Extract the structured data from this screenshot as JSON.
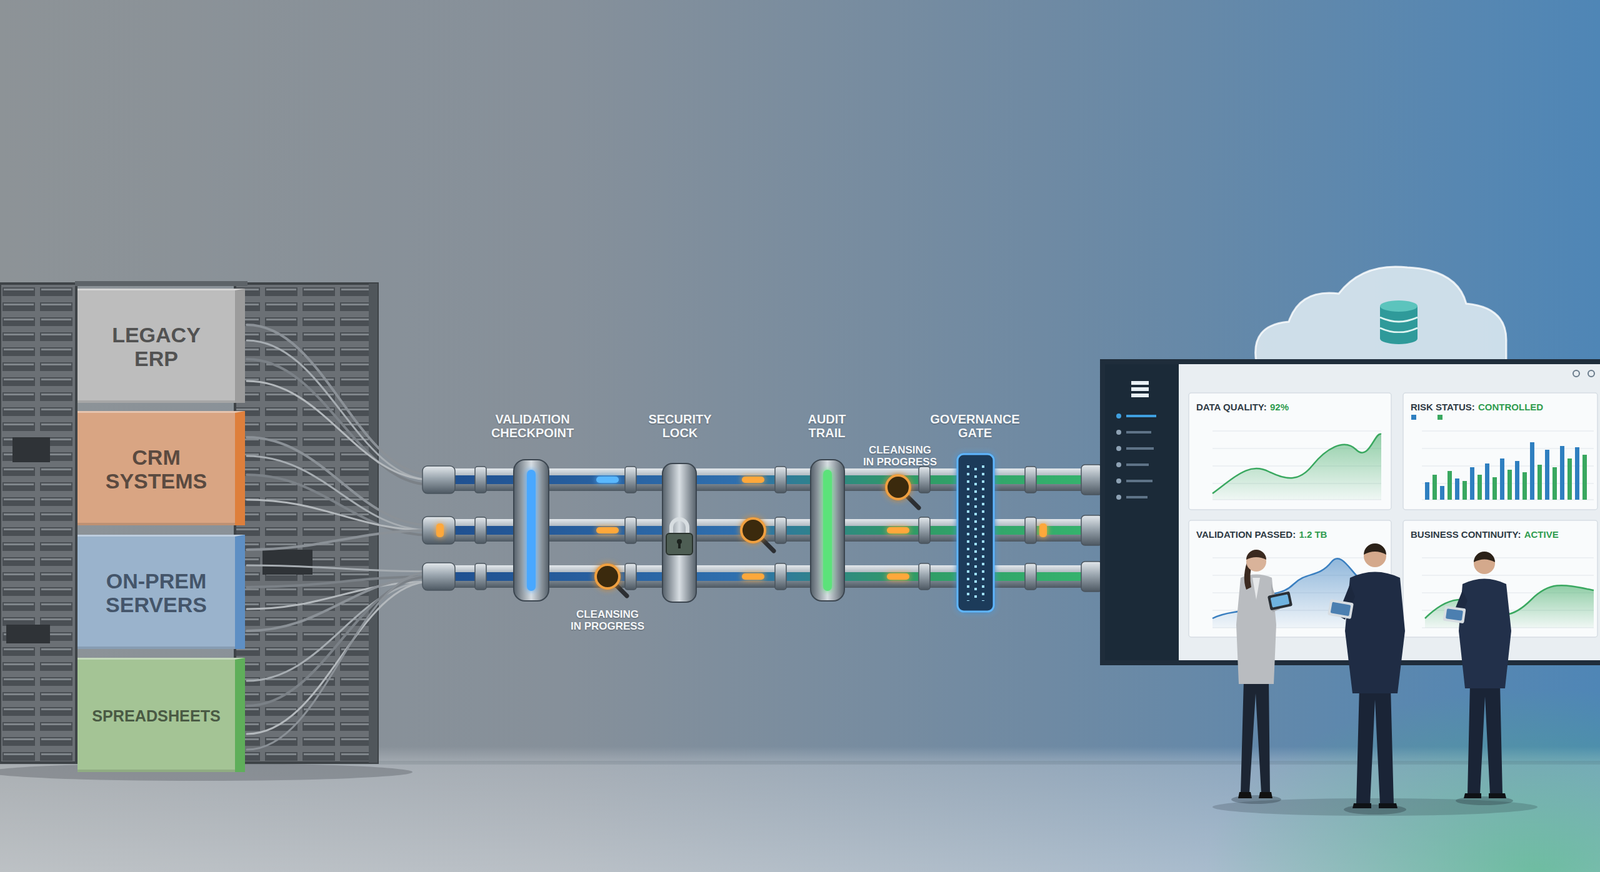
{
  "diagram": {
    "nodes": [
      {
        "text": [
          "LEGACY ERP"
        ]
      },
      {
        "text": [
          "CRM SYSTEMS"
        ]
      },
      {
        "text": [
          "ON-PREM SERVERS"
        ]
      },
      {
        "text": [
          "SPREADSHEETS"
        ]
      },
      {
        "text": [
          "DATA QUALITY:",
          "92%"
        ]
      },
      {
        "text": [
          "RISK STATUS:",
          "CONTROLLED"
        ]
      },
      {
        "text": [
          "VALIDATION PASSED:",
          "1.2 TB"
        ]
      },
      {
        "text": [
          "BUSINESS CONTINUITY:",
          "ACTIVE"
        ]
      }
    ],
    "labels": [
      "VALIDATION CHECKPOINT",
      "SECURITY LOCK",
      "AUDIT TRAIL",
      "CLEANSING IN PROGRESS",
      "GOVERNANCE GATE",
      "CLEANSING IN PROGRESS"
    ]
  }
}
